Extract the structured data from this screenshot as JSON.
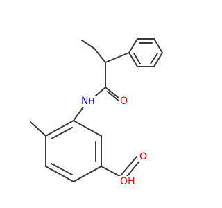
{
  "atoms": {
    "oxygen_amide": "O",
    "nitrogen": "N",
    "oxygen_acid": "O",
    "hydroxyl": "OH",
    "nh_h": "H"
  },
  "colors": {
    "bond": "#3a3a3a",
    "oxygen": "#ff0000",
    "nitrogen": "#0000ff"
  }
}
